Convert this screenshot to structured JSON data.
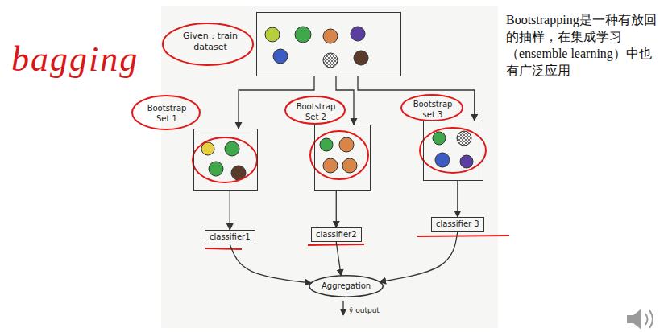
{
  "diagram": {
    "nodes": [
      {
        "text": [
          "Given : train dataset"
        ]
      },
      {
        "text": [
          "Bootstrap Set 1"
        ]
      },
      {
        "text": [
          "Bootstrap Set 2"
        ]
      },
      {
        "text": [
          "Bootstrap set 3"
        ]
      },
      {
        "text": [
          "classifier1"
        ]
      },
      {
        "text": [
          "classifier2"
        ]
      },
      {
        "text": [
          "classifier 3"
        ]
      },
      {
        "text": [
          "Aggregation"
        ]
      }
    ],
    "edges": [
      {
        "from": 0,
        "to": 1,
        "arrow": "to"
      },
      {
        "from": 0,
        "to": 2,
        "arrow": "to"
      },
      {
        "from": 0,
        "to": 3,
        "arrow": "to"
      },
      {
        "from": 1,
        "to": 4,
        "arrow": "to"
      },
      {
        "from": 2,
        "to": 5,
        "arrow": "to"
      },
      {
        "from": 3,
        "to": 6,
        "arrow": "to"
      },
      {
        "from": 4,
        "to": 7,
        "arrow": "to"
      },
      {
        "from": 5,
        "to": 7,
        "arrow": "to"
      },
      {
        "from": 6,
        "to": 7,
        "arrow": "to"
      }
    ],
    "labels": [
      "bagging",
      "ŷ output",
      "Bootstrapping是一种有放回的抽样，在集成学习（ensemble learning）中也有广泛应用"
    ]
  }
}
